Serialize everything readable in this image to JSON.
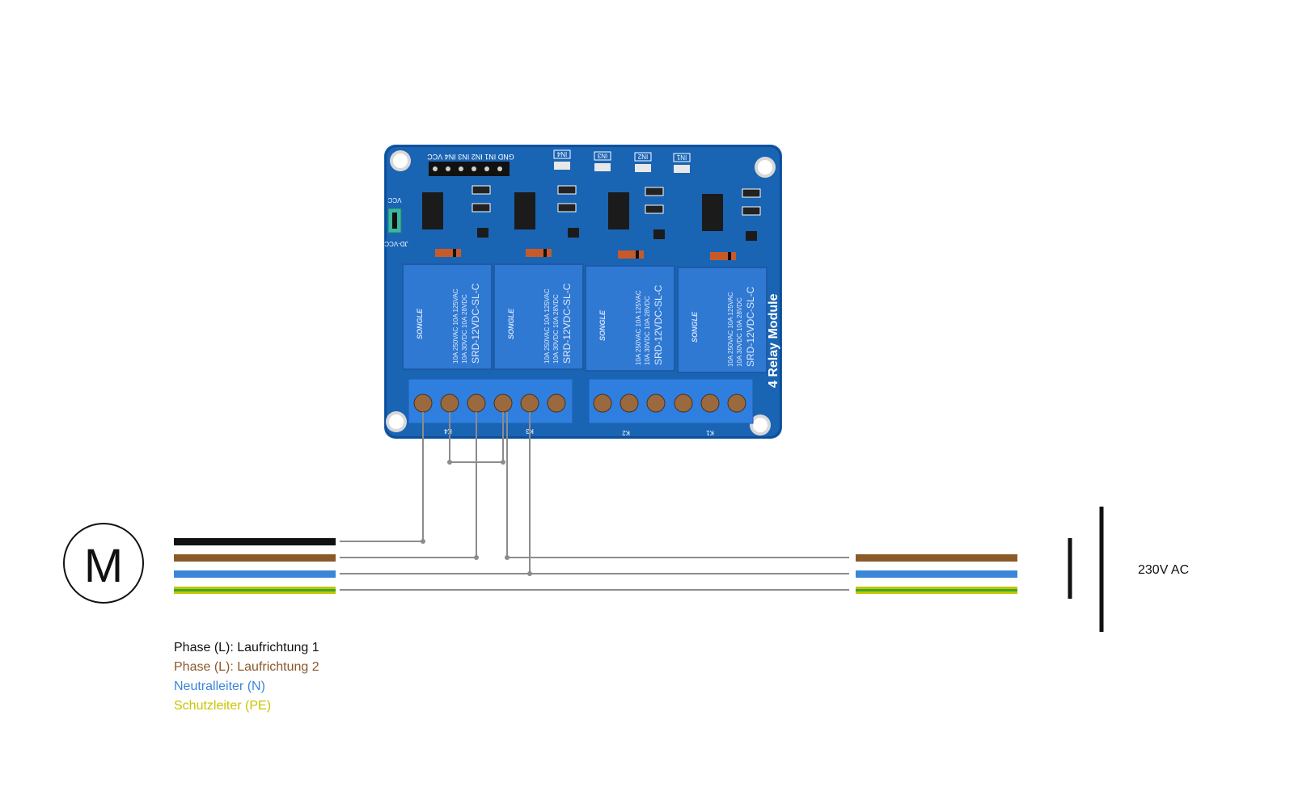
{
  "motor": {
    "symbol": "M"
  },
  "power_source": {
    "label": "230V AC"
  },
  "legend": [
    {
      "text": "Phase (L): Laufrichtung 1",
      "color": "#111111"
    },
    {
      "text": "Phase (L): Laufrichtung 2",
      "color": "#8B5A2B"
    },
    {
      "text": "Neutralleiter (N)",
      "color": "#3B86D8"
    },
    {
      "text": "Schutzleiter (PE)",
      "color": "#C9C400"
    }
  ],
  "relay_module": {
    "title": "4 Relay Module",
    "header_pins": "GND IN1 IN2 IN3 IN4 VCC",
    "led_labels": [
      "IN4",
      "IN3",
      "IN2",
      "IN1"
    ],
    "jumper_top": "VCC",
    "jumper_bottom": "JD-VCC",
    "relay_brand": "SONGLE",
    "relay_model": "SRD-12VDC-SL-C",
    "relay_rating_1": "10A 250VAC  10A 125VAC",
    "relay_rating_2": "10A 30VDC  10A 28VDC",
    "terminal_labels": [
      "K4",
      "K3",
      "K2",
      "K1"
    ]
  },
  "colors": {
    "pcb": "#1A64B4",
    "relay": "#2F79D2",
    "terminal": "#2E7FE0",
    "wire_black": "#111111",
    "wire_brown": "#8B5A2B",
    "wire_blue": "#3B86D8",
    "wire_yellow": "#C9C400",
    "wire_green": "#39A935",
    "connector_gray": "#8C8C8C"
  }
}
